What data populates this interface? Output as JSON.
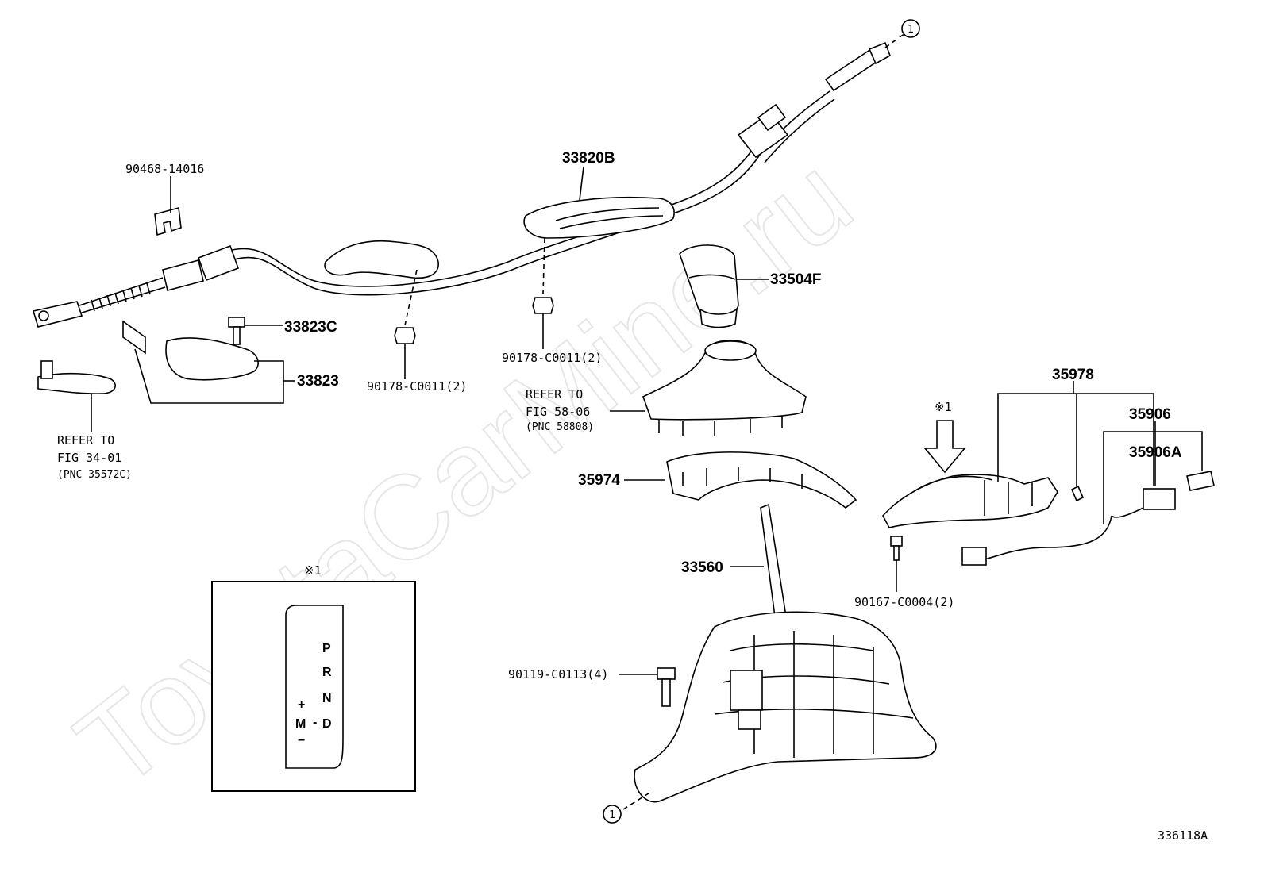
{
  "watermark": "ToyotaCarMine.ru",
  "figure_number": "336118A",
  "circle_ref": "1",
  "labels": {
    "p90468": "90468-14016",
    "p33820B": "33820B",
    "p33504F": "33504F",
    "p33823C": "33823C",
    "p33823": "33823",
    "p90178_a": "90178-C0011(2)",
    "p90178_b": "90178-C0011(2)",
    "refer34_line1": "REFER TO",
    "refer34_line2": "FIG 34-01",
    "refer34_line3": "(PNC 35572C)",
    "refer58_line1": "REFER TO",
    "refer58_line2": "FIG 58-06",
    "refer58_line3": "(PNC 58808)",
    "p35978": "35978",
    "p35906": "35906",
    "p35906A": "35906A",
    "p35974": "35974",
    "p33560": "33560",
    "p90167": "90167-C0004(2)",
    "p90119": "90119-C0113(4)",
    "note_mark_a": "※1",
    "note_mark_b": "※1"
  },
  "shift_pattern": {
    "p": "P",
    "r": "R",
    "n": "N",
    "d": "D",
    "plus": "+",
    "m": "M",
    "minus": "−",
    "dash": "-"
  }
}
